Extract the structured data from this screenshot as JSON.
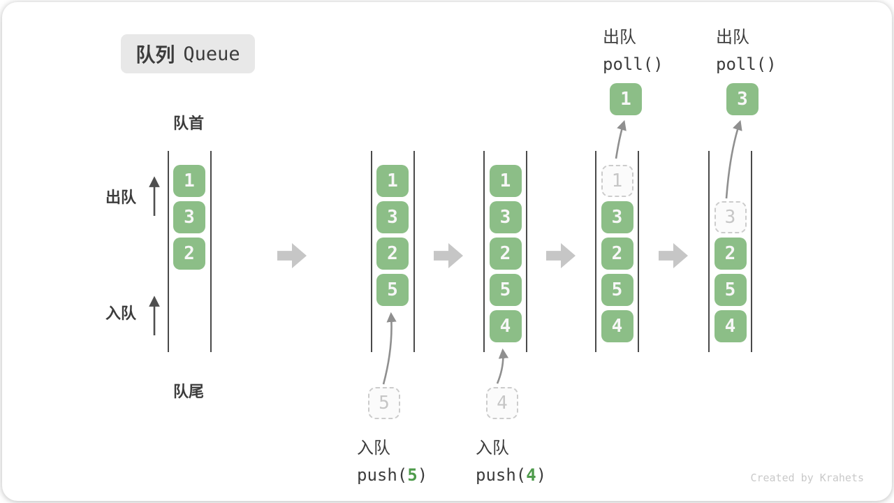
{
  "title": {
    "zh": "队列",
    "en": "Queue"
  },
  "side_labels": {
    "front": "队首",
    "rear": "队尾",
    "dequeue": "出队",
    "enqueue": "入队"
  },
  "queues": [
    {
      "name": "queue-state-1",
      "elements": [
        {
          "slot": 0,
          "value": "1",
          "variant": "solid"
        },
        {
          "slot": 1,
          "value": "3",
          "variant": "solid"
        },
        {
          "slot": 2,
          "value": "2",
          "variant": "solid"
        }
      ]
    },
    {
      "name": "queue-state-2",
      "elements": [
        {
          "slot": 0,
          "value": "1",
          "variant": "solid"
        },
        {
          "slot": 1,
          "value": "3",
          "variant": "solid"
        },
        {
          "slot": 2,
          "value": "2",
          "variant": "solid"
        },
        {
          "slot": 3,
          "value": "5",
          "variant": "solid"
        }
      ]
    },
    {
      "name": "queue-state-3",
      "elements": [
        {
          "slot": 0,
          "value": "1",
          "variant": "solid"
        },
        {
          "slot": 1,
          "value": "3",
          "variant": "solid"
        },
        {
          "slot": 2,
          "value": "2",
          "variant": "solid"
        },
        {
          "slot": 3,
          "value": "5",
          "variant": "solid"
        },
        {
          "slot": 4,
          "value": "4",
          "variant": "solid"
        }
      ]
    },
    {
      "name": "queue-state-4",
      "elements": [
        {
          "slot": 0,
          "value": "1",
          "variant": "ghost"
        },
        {
          "slot": 1,
          "value": "3",
          "variant": "solid"
        },
        {
          "slot": 2,
          "value": "2",
          "variant": "solid"
        },
        {
          "slot": 3,
          "value": "5",
          "variant": "solid"
        },
        {
          "slot": 4,
          "value": "4",
          "variant": "solid"
        }
      ]
    },
    {
      "name": "queue-state-5",
      "elements": [
        {
          "slot": 1,
          "value": "3",
          "variant": "ghost"
        },
        {
          "slot": 2,
          "value": "2",
          "variant": "solid"
        },
        {
          "slot": 3,
          "value": "5",
          "variant": "solid"
        },
        {
          "slot": 4,
          "value": "4",
          "variant": "solid"
        }
      ]
    }
  ],
  "push_ops": [
    {
      "ghost_value": "5",
      "label_zh": "入队",
      "code_pre": "push(",
      "code_arg": "5",
      "code_post": ")"
    },
    {
      "ghost_value": "4",
      "label_zh": "入队",
      "code_pre": "push(",
      "code_arg": "4",
      "code_post": ")"
    }
  ],
  "poll_ops": [
    {
      "label_zh": "出队",
      "code": "poll()",
      "result_value": "1"
    },
    {
      "label_zh": "出队",
      "code": "poll()",
      "result_value": "3"
    }
  ],
  "watermark": "Created by Krahets",
  "colors": {
    "element": "#8CBE87",
    "code_accent": "#4E9B4B",
    "wall": "#4A4A4A",
    "arrow_block": "#C6C6C6",
    "arrow_line": "#8F8F8F",
    "arrow_dark": "#4F4F4F",
    "ghost_border": "#CCCCCC",
    "ghost_text": "#C6C6C6",
    "badge_bg": "#E8E8E8",
    "text_dark": "#3C3C3C",
    "watermark": "#C9C9C9"
  }
}
